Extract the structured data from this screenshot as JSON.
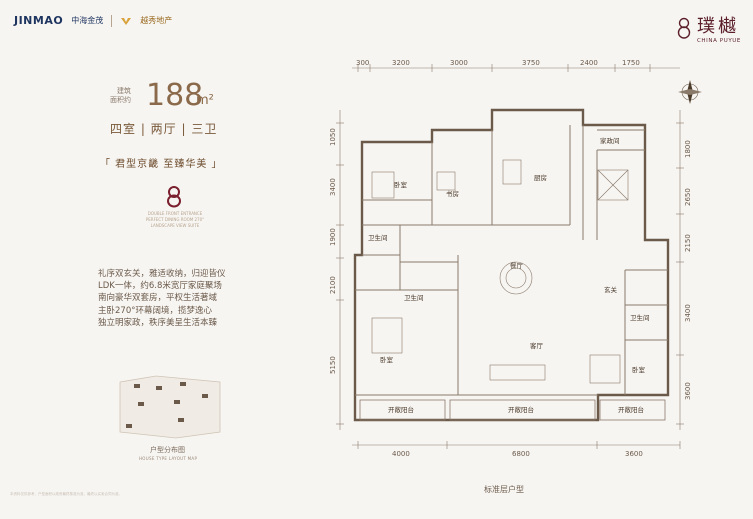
{
  "brand": {
    "jinmao": "JINMAO",
    "jinmao_cn": "中海金茂",
    "partner": "越秀地产"
  },
  "project": {
    "name": "璞樾",
    "name_en": "CHINA PUYUE"
  },
  "unit": {
    "area_label_line1": "建筑",
    "area_label_line2": "面积约",
    "area_value": "188",
    "area_unit": "m²",
    "rooms": "四室 | 两厅 | 三卫",
    "slogan": "「 君型京畿  至臻华美 」",
    "emblem_text": "DOUBLE FRONT ENTRANCE PERFECT DINING ROOM 270° LANDSCAPE VIEW SUITE"
  },
  "features": [
    "礼序双玄关，雅适收纳，归迎皆仪",
    "LDK一体，约6.8米宽厅家庭聚场",
    "南向豪华双套房，平权生活著域",
    "主卧270°环幕阔境，揽梦逸心",
    "独立明家政，秩序美呈生活本臻"
  ],
  "minimap": {
    "caption": "户型分布图",
    "caption_en": "HOUSE TYPE LAYOUT MAP"
  },
  "plan": {
    "caption": "标准层户型",
    "top_dims": [
      "300",
      "3200",
      "3000",
      "3750",
      "2400",
      "1750"
    ],
    "bottom_dims": [
      "4000",
      "6800",
      "3600"
    ],
    "left_dims": [
      "1050",
      "3400",
      "1900",
      "2100",
      "5150"
    ],
    "right_dims": [
      "1800",
      "2650",
      "2150",
      "3400",
      "3600"
    ],
    "rooms": {
      "bedroom": "卧室",
      "study": "书房",
      "kitchen": "厨房",
      "housekeeping": "家政间",
      "bathroom": "卫生间",
      "dining": "餐厅",
      "foyer": "玄关",
      "living": "客厅",
      "balcony": "开敞阳台"
    }
  },
  "footer_note": "本资料仅供参考，户型面积以政府最终核准为准，最终以买卖合同为准。"
}
